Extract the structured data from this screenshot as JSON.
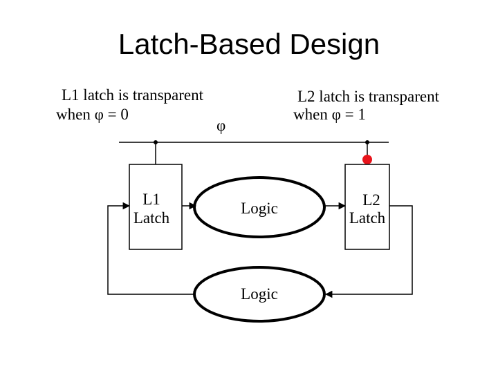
{
  "slide": {
    "title": "Latch-Based Design"
  },
  "notes": {
    "l1_line1": "L1 latch is transparent",
    "l1_line2": "when φ = 0",
    "l2_line1": "L2 latch is transparent",
    "l2_line2": "when φ = 1"
  },
  "clock": {
    "label": "φ"
  },
  "blocks": {
    "l1_latch_line1": "L1",
    "l1_latch_line2": "Latch",
    "l2_latch_line1": "L2",
    "l2_latch_line2": "Latch",
    "logic_top": "Logic",
    "logic_bottom": "Logic"
  },
  "colors": {
    "clock_bubble": "#e8141b",
    "lines": "#000000"
  }
}
